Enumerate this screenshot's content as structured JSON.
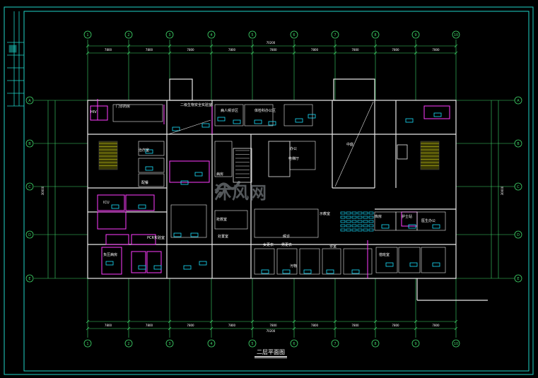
{
  "drawing": {
    "title": "二层平面图",
    "frame_color": "#1fd3c8",
    "line_color": "#3fd76a",
    "wall_color": "#e8e8e8",
    "text_color": "#ffffff",
    "room_color": "#ff3cff",
    "fixture_color": "#19e0ff",
    "dim_color": "#ffffff"
  },
  "grid": {
    "columns": [
      "1",
      "2",
      "3",
      "4",
      "5",
      "6",
      "7",
      "8",
      "9",
      "10"
    ],
    "rows": [
      "A",
      "B",
      "C",
      "D",
      "E"
    ],
    "column_spacings": [
      "7800",
      "7800",
      "7800",
      "7800",
      "7800",
      "7800",
      "7800",
      "7800",
      "7800"
    ],
    "overall_width": "70200",
    "overall_depth": "30000"
  },
  "rooms": [
    {
      "label": "HIV"
    },
    {
      "label": "门诊药房"
    },
    {
      "label": "二级生物安全实验室"
    },
    {
      "label": "病人候诊区"
    },
    {
      "label": "体检科办公区"
    },
    {
      "label": "女更衣"
    },
    {
      "label": "男更衣"
    },
    {
      "label": "PCR实验室"
    },
    {
      "label": "负压病房"
    },
    {
      "label": "ICU"
    },
    {
      "label": "抢救室"
    },
    {
      "label": "办公"
    },
    {
      "label": "库房"
    },
    {
      "label": "护士站"
    },
    {
      "label": "处置室"
    },
    {
      "label": "治疗室"
    },
    {
      "label": "配餐"
    },
    {
      "label": "医生办公"
    },
    {
      "label": "值班室"
    },
    {
      "label": "病房"
    },
    {
      "label": "示教室"
    },
    {
      "label": "污物"
    },
    {
      "label": "电梯厅"
    },
    {
      "label": "中庭"
    },
    {
      "label": "候诊"
    },
    {
      "label": "诊室"
    }
  ],
  "watermark": {
    "text": "沐风网",
    "icon": "mufeng-logo-icon"
  }
}
